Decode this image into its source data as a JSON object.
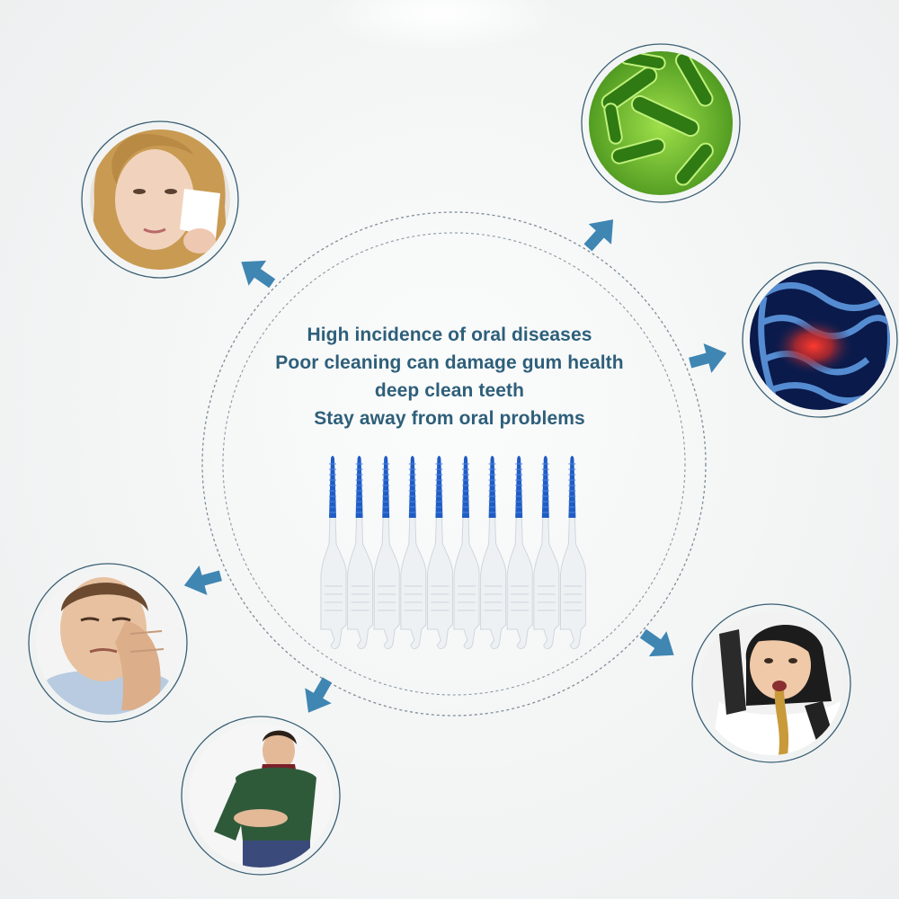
{
  "center_text": {
    "line1": "High incidence of oral diseases",
    "line2": "Poor cleaning can damage gum health",
    "line3": "deep clean teeth",
    "line4": "Stay away from oral problems"
  },
  "icons": [
    "crying-woman-icon",
    "bacteria-icon",
    "inflamed-intestine-icon",
    "bad-breath-woman-icon",
    "stomach-ache-man-icon",
    "toothache-man-icon"
  ],
  "colors": {
    "text": "#2e5f7a",
    "arrow": "#3f86b3",
    "ring": "#7d8c96",
    "brush_bristle": "#1f5cc4",
    "handle": "#eef1f4"
  },
  "product": {
    "pick_count": 10
  }
}
